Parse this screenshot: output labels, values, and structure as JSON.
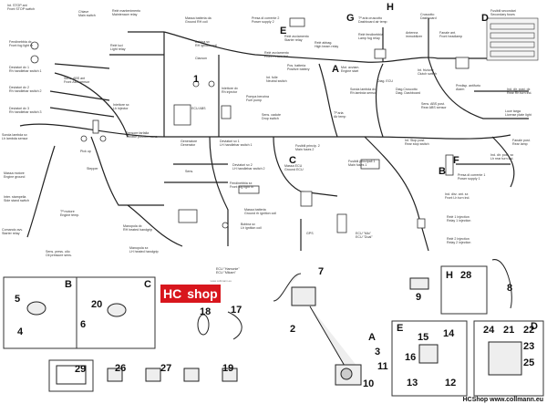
{
  "wiring_labels": [
    "Int. STOP ant\nFront STOP switch",
    "Chiave\nMain switch",
    "Relè mantenimento\nMaintenace relay",
    "Massa batteria da\nGround RH coil",
    "Bobina sx\nRH ignition coil",
    "Clacson",
    "Relè luci\nLight relay",
    "Fendinebbia dx\nFront fog light rh",
    "Deviatori dx 1\nRh handlebar switch 1",
    "Deviatori dx 2\nRh handlebar switch 2",
    "Deviatori dx 3\nRh handlebar switch 3",
    "Sens. ABS ant\nFront ABS sensor",
    "Iniettore sx\nLh injector",
    "ECU ABS",
    "Iniettore dx\nRh injector",
    "Pompa benzina\nFuel pump",
    "Sens. cadute\nDrop switch",
    "Presa di corrente 2\nPower supply 2",
    "Relè avviamento\nStarter relay",
    "Relè abbag.\nHigh beam relay",
    "Relè avviamento\nFront rh turn ind.",
    "Tª aria\nAir temp",
    "Pos. batteria\nPositive battery",
    "Int. folle\nNeutral switch",
    "Tª aria cruscotto\nDashboard air temp",
    "Relè fendinebbia\nLamp fog relay",
    "Antenna\nimmobilizer",
    "Cruscotto\nDashboard",
    "Fanale ant.\nFront headlamp",
    "Fusibili secondari\nSecondary fuses",
    "Mot. avviam.\nEngine start",
    "Diag. ECU",
    "Diag.Cruscotto\nDiag. Dashboard",
    "Int. frizione\nClutch switch",
    "Sonda lambda dx\nRh lambda sensor",
    "Sens. ABS post.\nRear ABS sensor",
    "Predisp. antifurto\nAlarm",
    "Ind. dir. post. dx\nRear Rh turn ind.",
    "Luce targa\nLicense plate light",
    "Fanale post.\nRear lamp",
    "Ind. dir. post. sx\nLh rear turn ind.",
    "Sonda lambda sx\nLh lambda sensor",
    "Massa motore\nEngine ground",
    "Inter. stampella\nSide stand switch",
    "Sensore farfalla\nThrottle position sens.",
    "Pick up",
    "Stepper",
    "Tª motore\nEngine temp.",
    "Comando avv.\nStarter relay",
    "Sens. press. olio\nOil pressure sens.",
    "Generatore\nGenerator",
    "Deviatori sx 1\nLH handlebar switch 1",
    "Sens.",
    "Deviatori sx 2\nLH handlebar switch 2",
    "Fendinebbia sx\nFront fog light lh",
    "Fusibili princip. 2\nMain fuses 2",
    "Fusibili principali 1\nMain fuses 1",
    "Int. Stop post.\nRear stop switch",
    "Presa di corrente 1\nPower supply 1",
    "Massa ECU\nGround ECU",
    "Ind. dirz. ant. sx\nFront Lh turn ind.",
    "Relè 1 Injection\nRelay 1 injection",
    "Relè 2 Injection\nRelay 2 injection",
    "Massa batteria\nGround rh ignition coil",
    "Bobina sx\nLh ignition coil",
    "GPS",
    "ECU \"Mio\"\nECU \"Dual\"",
    "Manopola dx\nRH heated handgrip",
    "Manopola sx\nLH heated handgrip",
    "ECU \"Hamonie\"\nECU \"Mikam\""
  ],
  "section_letters": [
    "A",
    "B",
    "C",
    "D",
    "E",
    "F",
    "G",
    "H"
  ],
  "callout_numbers": [
    "1",
    "2",
    "3",
    "4",
    "5",
    "6",
    "7",
    "8",
    "9",
    "10",
    "11",
    "12",
    "13",
    "14",
    "15",
    "16",
    "17",
    "18",
    "19",
    "20",
    "21",
    "22",
    "23",
    "24",
    "25",
    "26",
    "27",
    "28",
    "29"
  ],
  "logo": {
    "hc": "HC",
    "shop": "shop",
    "web": "www.collmann.eu"
  },
  "footer": "HCShop www.collmann.eu"
}
